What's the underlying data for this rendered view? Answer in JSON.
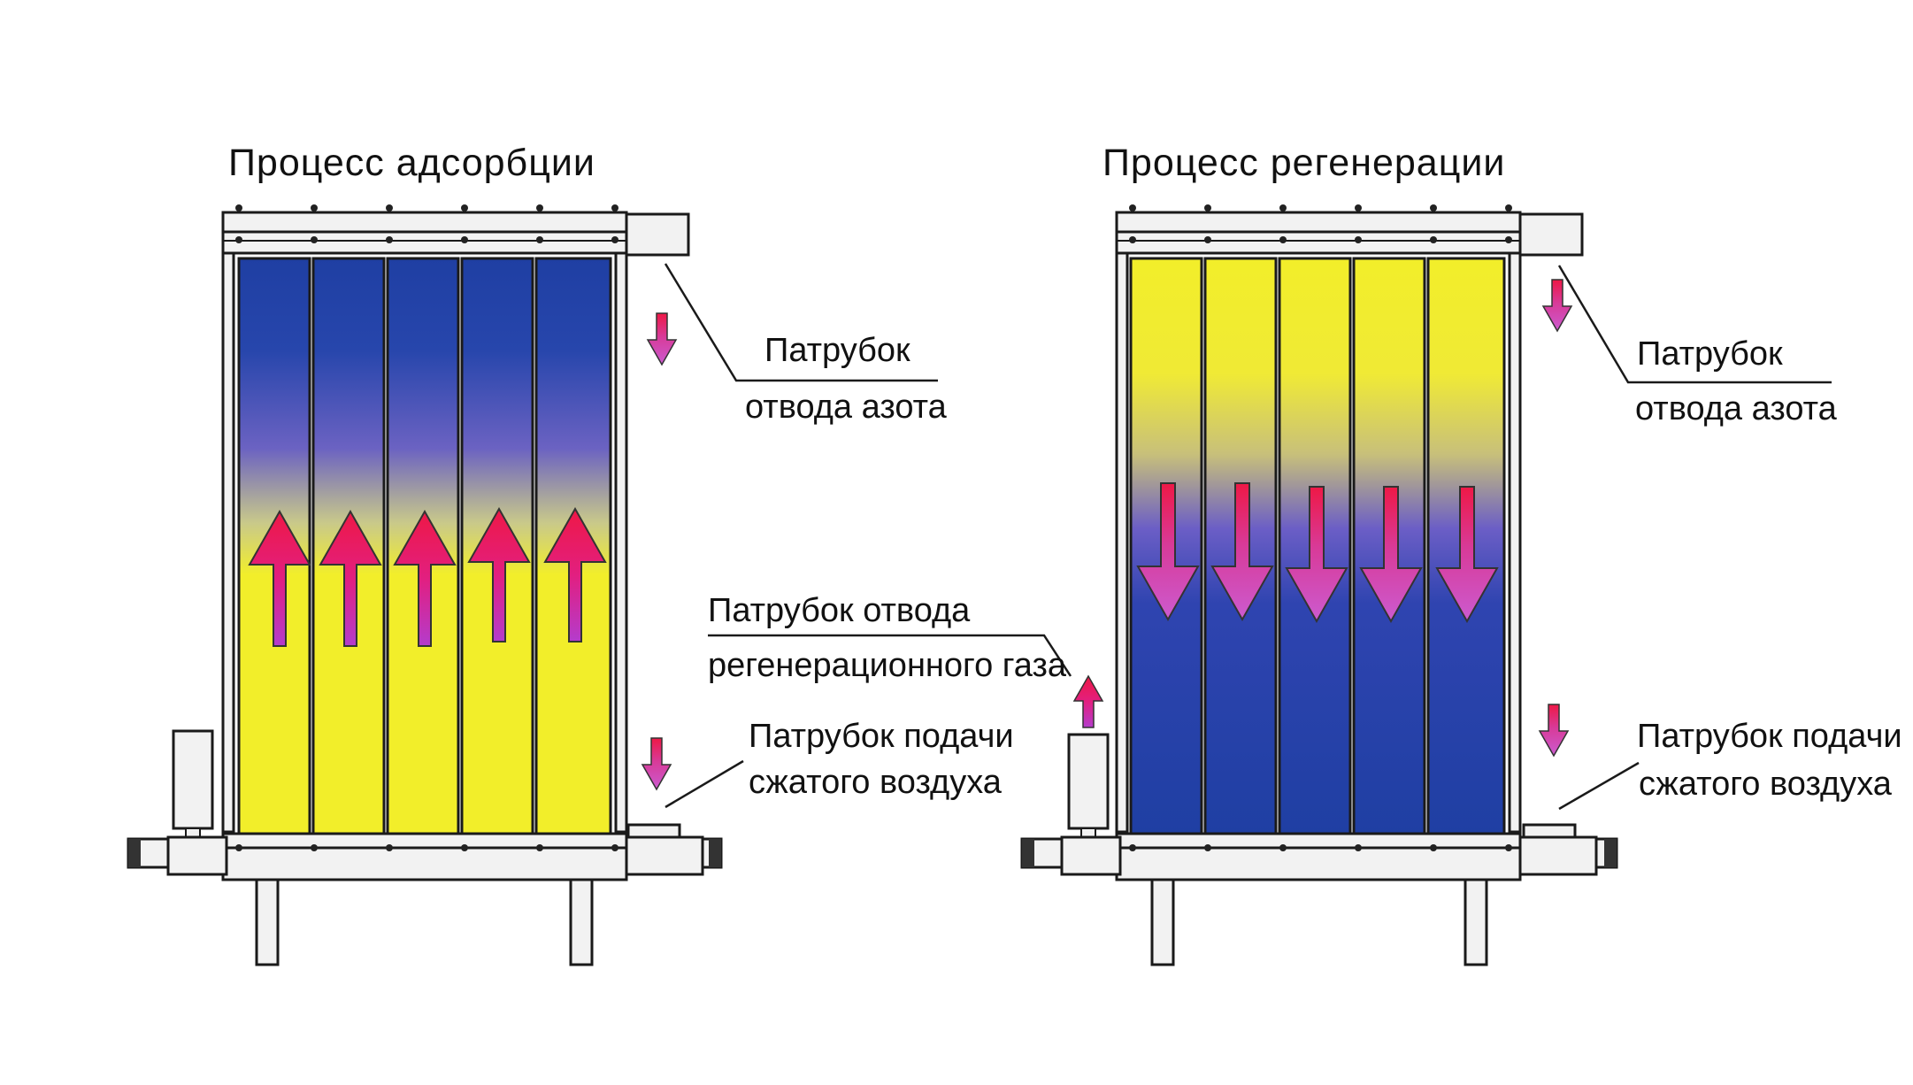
{
  "left_panel": {
    "title": "Процесс адсорбции",
    "nitrogen_outlet": {
      "line1": "Патрубок",
      "line2": "отвода азота"
    },
    "air_inlet": {
      "line1": "Патрубок подачи",
      "line2": "сжатого воздуха"
    }
  },
  "right_panel": {
    "title": "Процесс регенерации",
    "nitrogen_outlet": {
      "line1": "Патрубок",
      "line2": "отвода азота"
    },
    "air_inlet": {
      "line1": "Патрубок подачи",
      "line2": "сжатого воздуха"
    },
    "regen_outlet": {
      "line1": "Патрубок отвода",
      "line2": "регенерационного газа"
    }
  },
  "colors": {
    "adsorbent_blue": "#1f3fa3",
    "adsorbent_yellow": "#f2ee2a",
    "arrow_red": "#e8194e",
    "arrow_violet": "#c74fd0",
    "frame": "#f2f2f2",
    "frame_stroke": "#1a1a1a"
  }
}
